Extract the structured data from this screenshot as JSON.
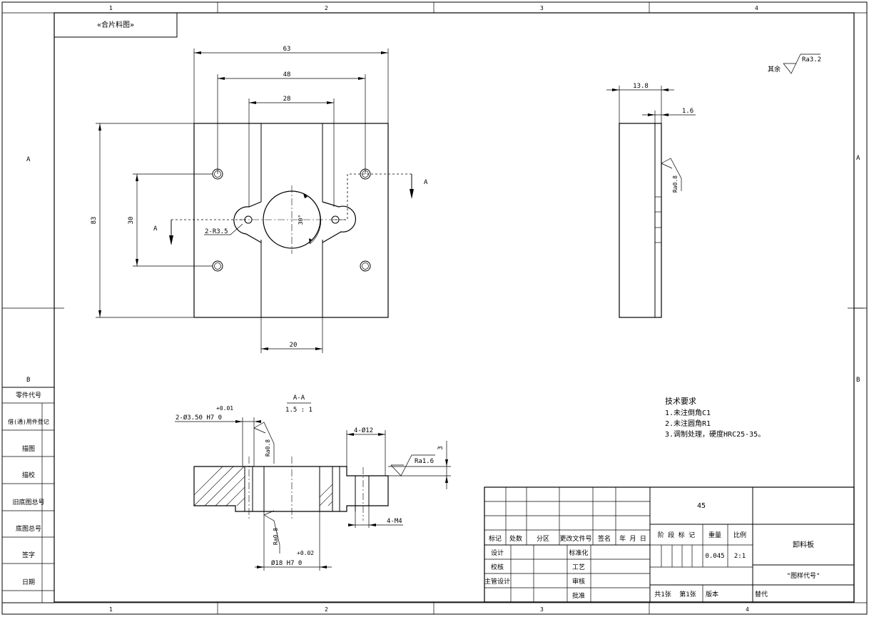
{
  "title_box_label": "«合片料图»",
  "zone_cols_top": [
    "1",
    "2",
    "3",
    "4"
  ],
  "zone_cols_bottom": [
    "1",
    "2",
    "3",
    "4"
  ],
  "zone_rows_left": [
    "A",
    "B"
  ],
  "zone_rows_right": [
    "A",
    "B"
  ],
  "left_strip_labels": [
    "零件代号",
    "借(通)用件登记",
    "描图",
    "描校",
    "旧底图总号",
    "底图总号",
    "签字",
    "日期"
  ],
  "dims": {
    "w63": "63",
    "w48": "48",
    "w28": "28",
    "w20": "20",
    "h83": "83",
    "h30": "30",
    "r35": "2-R3.5",
    "ang": "30°",
    "side_138": "13.8",
    "side_16": "1.6",
    "ra08_side": "Ra0.8",
    "sec_a": "A",
    "sec_a2": "A",
    "cbore": "4-Ø12",
    "tap": "4-M4",
    "depth3": "3",
    "ra16": "Ra1.6",
    "ra08_a": "Ra0.8",
    "ra08_b": "Ra0.8",
    "hole35_tol": "+0.01",
    "hole35": "2-Ø3.50 H7  0",
    "hole18_tol": "+0.02",
    "hole18": "Ø18 H7  0"
  },
  "section_label": "A-A",
  "section_scale": "1.5 : 1",
  "roughness_note_prefix": "其余",
  "roughness_note_value": "Ra3.2",
  "tech_req": {
    "title": "技术要求",
    "items": [
      "1.未注倒角C1",
      "2.未注圆角R1",
      "3.调制处理，硬度HRC25-35。"
    ]
  },
  "title_block": {
    "material": "45",
    "rev_headers": [
      "标记",
      "处数",
      "分区",
      "更改文件号",
      "签名",
      "年 月 日"
    ],
    "sign_rows": [
      {
        "left": "设计",
        "right": "标准化"
      },
      {
        "left": "校核",
        "right": "工艺"
      },
      {
        "left": "主管设计",
        "right": "审核"
      },
      {
        "left": "",
        "right": "批准"
      }
    ],
    "stage_label": "阶 段 标 记",
    "weight_label": "重量",
    "scale_label": "比例",
    "weight": "0.045",
    "scale": "2:1",
    "part_name": "卸料板",
    "drawing_no": "\"图样代号\"",
    "sheets_total": "共1张",
    "sheet_no": "第1张",
    "version": "版本",
    "replace": "替代"
  }
}
